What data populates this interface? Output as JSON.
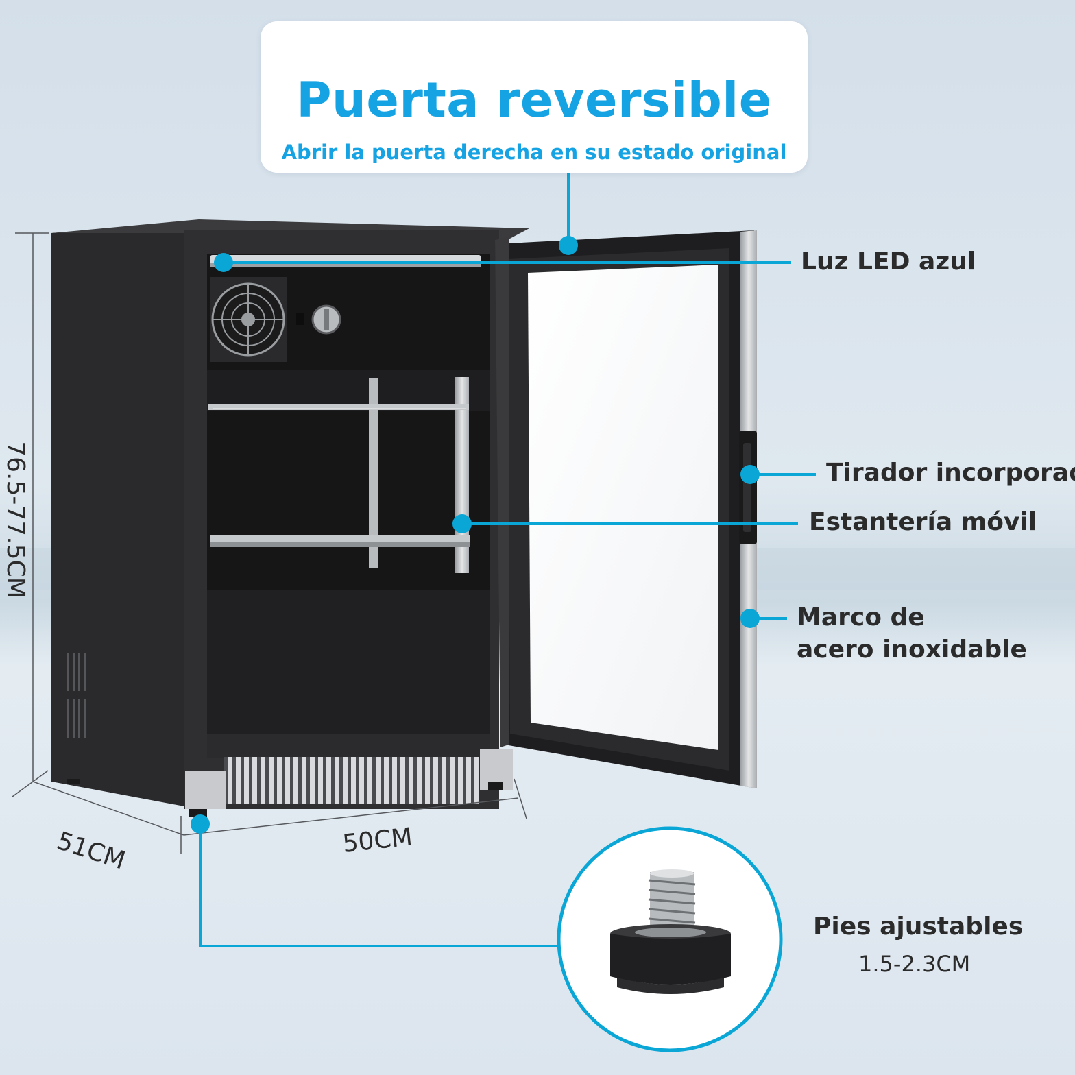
{
  "colors": {
    "accent": "#0aa6d6",
    "title": "#16a3e3",
    "text": "#2b2b2b",
    "cabinet": "#2e2e30",
    "steel": "#c8cacd"
  },
  "header": {
    "title": "Puerta reversible",
    "subtitle": "Abrir la puerta derecha en su estado original"
  },
  "callouts": {
    "led": "Luz LED azul",
    "handle": "Tirador incorporado",
    "shelf": "Estantería móvil",
    "frame_line1": "Marco de",
    "frame_line2": "acero inoxidable",
    "feet_title": "Pies ajustables",
    "feet_range": "1.5-2.3CM"
  },
  "dimensions": {
    "height": "76.5-77.5CM",
    "depth": "51CM",
    "width": "50CM"
  }
}
